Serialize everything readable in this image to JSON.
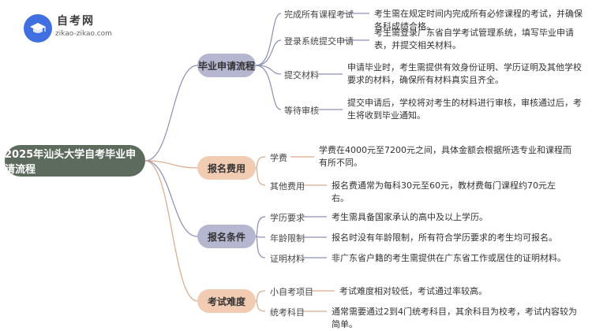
{
  "logo": {
    "icon": "graduation-cap-icon",
    "title": "自考网",
    "url": "zikao-zikao.com"
  },
  "root": "2025年汕头大学自考毕业申请流程",
  "categories": [
    {
      "label": "毕业申请流程",
      "color": "#b5b6cf",
      "items": [
        {
          "label": "完成所有课程考试",
          "desc": "考生需在规定时间内完成所有必修课程的考试，并确保各科成绩合格。"
        },
        {
          "label": "登录系统提交申请",
          "desc": "考生需登录广东省自学考试管理系统，填写毕业申请表，并提交相关材料。"
        },
        {
          "label": "提交材料",
          "desc": "申请毕业时，考生需提供有效身份证明、学历证明及其他学校要求的材料，确保所有材料真实且齐全。"
        },
        {
          "label": "等待审核",
          "desc": "提交申请后，学校将对考生的材料进行审核，审核通过后，考生将收到毕业通知。"
        }
      ]
    },
    {
      "label": "报名费用",
      "color": "#f2cbb3",
      "items": [
        {
          "label": "学费",
          "desc": "学费在4000元至7200元之间，具体金额会根据所选专业和课程而有所不同。"
        },
        {
          "label": "其他费用",
          "desc": "报名费通常为每科30元至60元，教材费每门课程约70元左右。"
        }
      ]
    },
    {
      "label": "报名条件",
      "color": "#b5b6cf",
      "items": [
        {
          "label": "学历要求",
          "desc": "考生需具备国家承认的高中及以上学历。"
        },
        {
          "label": "年龄限制",
          "desc": "报名时没有年龄限制，所有符合学历要求的考生均可报名。"
        },
        {
          "label": "证明材料",
          "desc": "非广东省户籍的考生需提供在广东省工作或居住的证明材料。"
        }
      ]
    },
    {
      "label": "考试难度",
      "color": "#f2cbb3",
      "items": [
        {
          "label": "小自考项目",
          "desc": "考试难度相对较低，考试通过率较高。"
        },
        {
          "label": "统考科目",
          "desc": "通常需要通过2到4门统考科目，其余科目为校考，考试内容较为简单。"
        }
      ]
    }
  ]
}
